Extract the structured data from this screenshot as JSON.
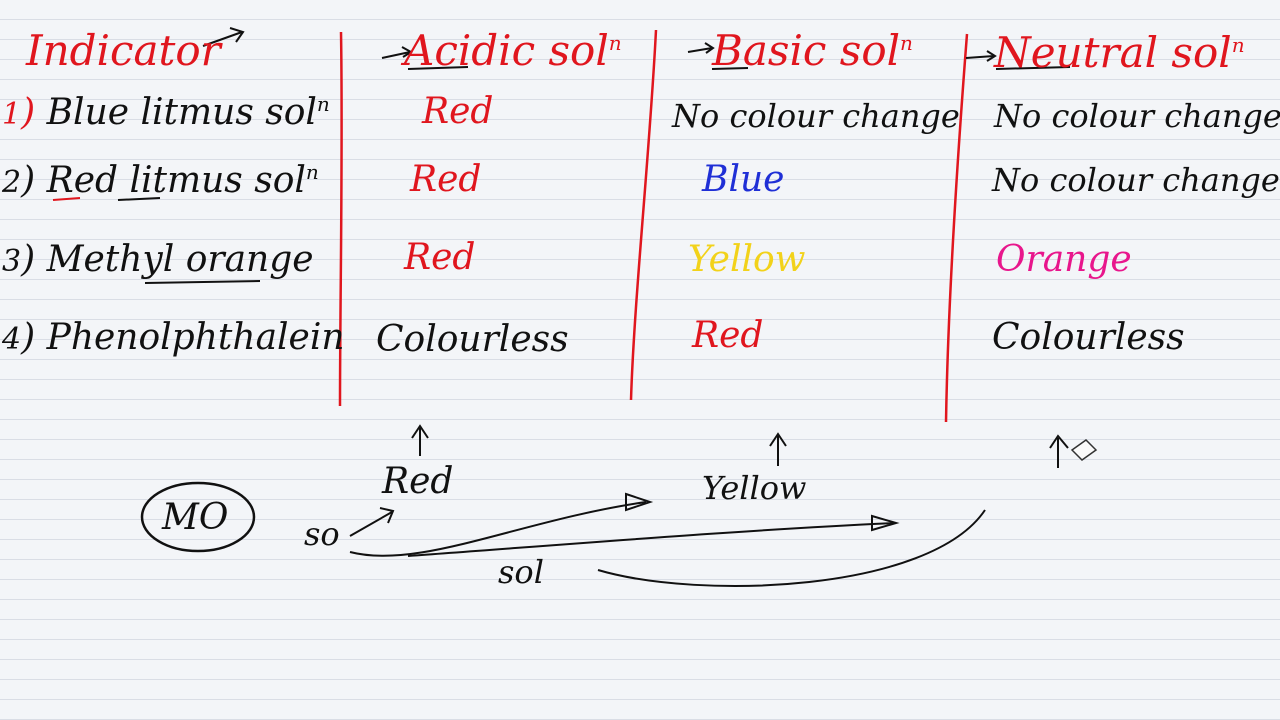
{
  "colors": {
    "red_ink": "#e0161e",
    "black_ink": "#111111",
    "blue_ink": "#1f2fd6",
    "yellow_ink": "#f2d21a",
    "pink_ink": "#e8168c"
  },
  "table": {
    "headers": {
      "indicator": "Indicator",
      "acidic": "Acidic sol",
      "basic": "Basic sol",
      "neutral": "Neutral sol",
      "sup": "n"
    },
    "rows": [
      {
        "num": "1",
        "name": "Blue litmus sol",
        "sup": "n",
        "acidic": "Red",
        "basic": "No colour change",
        "neutral": "No colour change"
      },
      {
        "num": "2",
        "name": "Red litmus sol",
        "sup": "n",
        "acidic": "Red",
        "basic": "Blue",
        "neutral": "No colour change"
      },
      {
        "num": "3",
        "name": "Methyl orange",
        "sup": "",
        "acidic": "Red",
        "basic": "Yellow",
        "neutral": "Orange"
      },
      {
        "num": "4",
        "name": "Phenolphthalein",
        "sup": "",
        "acidic": "Colourless",
        "basic": "Red",
        "neutral": "Colourless"
      }
    ]
  },
  "notes": {
    "mo": "MO",
    "red": "Red",
    "yellow": "Yellow",
    "so": "so",
    "sol": "sol"
  }
}
